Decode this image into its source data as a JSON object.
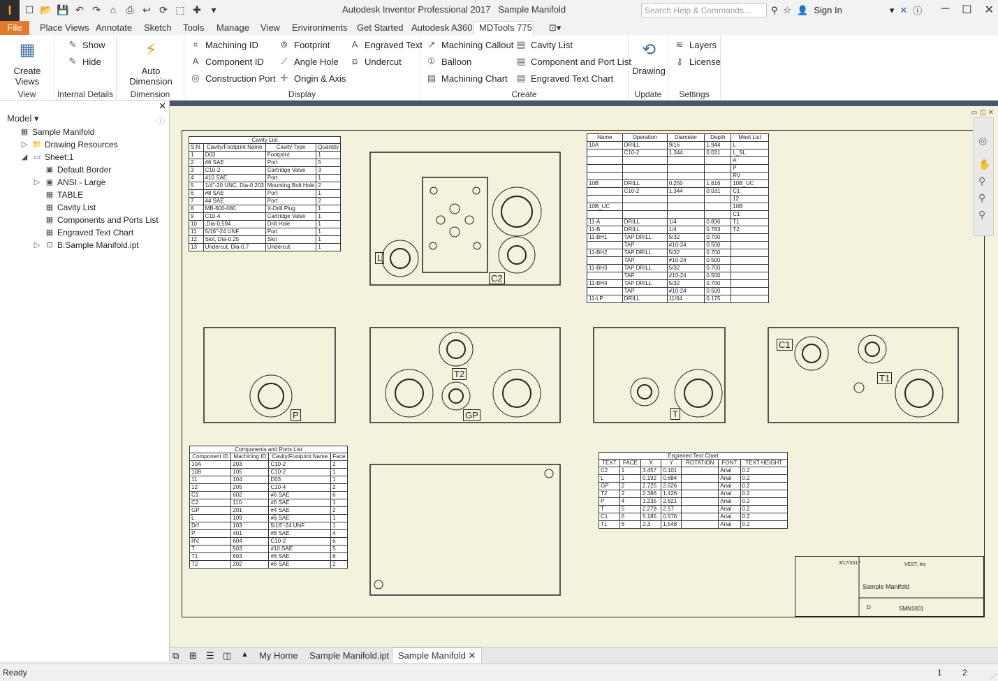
{
  "app": {
    "title": "Autodesk Inventor Professional 2017",
    "document": "Sample Manifold",
    "logo_text": "I",
    "search_placeholder": "Search Help & Commands...",
    "sign_in": "Sign In"
  },
  "menu": {
    "file": "File",
    "items": [
      "Place Views",
      "Annotate",
      "Sketch",
      "Tools",
      "Manage",
      "View",
      "Environments",
      "Get Started",
      "Autodesk A360",
      "MDTools 775"
    ]
  },
  "ribbon": {
    "view": {
      "create_views": "Create Views",
      "label": "View"
    },
    "internal_details": {
      "show": "Show",
      "hide": "Hide",
      "label": "Internal Details"
    },
    "dimension": {
      "auto_dimension": "Auto Dimension",
      "label": "Dimension"
    },
    "display": {
      "label": "Display",
      "col1": [
        "Machining ID",
        "Component ID",
        "Construction Port"
      ],
      "col2": [
        "Footprint",
        "Angle Hole",
        "Origin & Axis"
      ],
      "col3": [
        "Engraved Text",
        "Undercut"
      ]
    },
    "create": {
      "label": "Create",
      "col1": [
        "Machining Callout",
        "Balloon",
        "Machining Chart"
      ],
      "col2": [
        "Cavity List",
        "Component and Port List",
        "Engraved Text Chart"
      ]
    },
    "update": {
      "drawing": "Drawing",
      "label": "Update"
    },
    "settings": {
      "layers": "Layers",
      "license": "License",
      "label": "Settings"
    }
  },
  "browser": {
    "header": "Model",
    "items": [
      {
        "label": "Sample Manifold",
        "level": 0,
        "expander": ""
      },
      {
        "label": "Drawing Resources",
        "level": 1,
        "expander": "▷"
      },
      {
        "label": "Sheet:1",
        "level": 1,
        "expander": "◢"
      },
      {
        "label": "Default Border",
        "level": 2,
        "expander": ""
      },
      {
        "label": "ANSI - Large",
        "level": 2,
        "expander": "▷"
      },
      {
        "label": "TABLE",
        "level": 2,
        "expander": ""
      },
      {
        "label": "Cavity List",
        "level": 2,
        "expander": ""
      },
      {
        "label": "Components and Ports List",
        "level": 2,
        "expander": ""
      },
      {
        "label": "Engraved Text Chart",
        "level": 2,
        "expander": ""
      },
      {
        "label": "B:Sample Manifold.ipt",
        "level": 2,
        "expander": "▷"
      }
    ]
  },
  "doc_tabs": [
    "My Home",
    "Sample Manifold.ipt",
    "Sample Manifold"
  ],
  "status": {
    "text": "Ready",
    "n1": "1",
    "n2": "2"
  },
  "drawing": {
    "cavity_list": {
      "title": "Cavity List",
      "headers": [
        "S.N.",
        "Cavity/Footprint Name",
        "Cavity Type",
        "Quantity"
      ],
      "rows": [
        [
          "1",
          "D03",
          "Footprint",
          "1"
        ],
        [
          "2",
          "#6 SAE",
          "Port",
          "5"
        ],
        [
          "3",
          "C10-2",
          "Cartridge Valve",
          "3"
        ],
        [
          "4",
          "#10 SAE",
          "Port",
          "1"
        ],
        [
          "5",
          "1/4\"-20 UNC, Dia-0.203",
          "Mounting Bolt Hole",
          "2"
        ],
        [
          "6",
          "#8 SAE",
          "Port",
          "1"
        ],
        [
          "7",
          "#4 SAE",
          "Port",
          "2"
        ],
        [
          "8",
          "MB-600-080",
          "X-Drill Plug",
          "1"
        ],
        [
          "9",
          "C10-4",
          "Cartridge Valve",
          "1"
        ],
        [
          "10",
          ",Dia-0.594",
          "Drill Hole",
          "1"
        ],
        [
          "11",
          "5/16\"-24 UNF",
          "Port",
          "1"
        ],
        [
          "12",
          "Slot, Dia-0.25",
          "Slot",
          "1"
        ],
        [
          "13",
          "Undercut, Dia-0.7",
          "Undercut",
          "1"
        ]
      ]
    },
    "machining_chart": {
      "headers": [
        "Name",
        "Operation",
        "Diameter",
        "Depth",
        "Meet List"
      ],
      "rows": [
        [
          "10A",
          "DRILL",
          "9/16",
          "1.944",
          "L"
        ],
        [
          "",
          "C10-2",
          "1.344",
          "0.031",
          "L_SL"
        ],
        [
          "",
          "",
          "",
          "",
          "A"
        ],
        [
          "",
          "",
          "",
          "",
          "P"
        ],
        [
          "",
          "",
          "",
          "",
          "RV"
        ],
        [
          "10B",
          "DRILL",
          "0.250",
          "1.616",
          "10B_UC"
        ],
        [
          "",
          "C10-2",
          "1.344",
          "0.031",
          "C1"
        ],
        [
          "",
          "",
          "",
          "",
          "12"
        ],
        [
          "10B_UC",
          "",
          "",
          "",
          "10B"
        ],
        [
          "",
          "",
          "",
          "",
          "C1"
        ],
        [
          "11-A",
          "DRILL",
          "1/4",
          "0.836",
          "T1"
        ],
        [
          "11-B",
          "DRILL",
          "1/4",
          "0.783",
          "T2"
        ],
        [
          "11-BH1",
          "TAP DRILL",
          "5/32",
          "0.700",
          ""
        ],
        [
          "",
          "TAP",
          "#10-24",
          "0.500",
          ""
        ],
        [
          "11-BH2",
          "TAP DRILL",
          "5/32",
          "0.700",
          ""
        ],
        [
          "",
          "TAP",
          "#10-24",
          "0.500",
          ""
        ],
        [
          "11-BH3",
          "TAP DRILL",
          "5/32",
          "0.700",
          ""
        ],
        [
          "",
          "TAP",
          "#10-24",
          "0.500",
          ""
        ],
        [
          "11-BH4",
          "TAP DRILL",
          "5/32",
          "0.700",
          ""
        ],
        [
          "",
          "TAP",
          "#10-24",
          "0.500",
          ""
        ],
        [
          "11-LP",
          "DRILL",
          "11/64",
          "0.175",
          ""
        ]
      ]
    },
    "components_ports": {
      "title": "Components and Ports List",
      "headers": [
        "Component ID",
        "Machining ID",
        "Cavity/Footprint Name",
        "Face"
      ],
      "rows": [
        [
          "10A",
          "203",
          "C10-2",
          "2"
        ],
        [
          "10B",
          "105",
          "C10-2",
          "1"
        ],
        [
          "11",
          "104",
          "D03",
          "1"
        ],
        [
          "12",
          "205",
          "C10-4",
          "2"
        ],
        [
          "C1",
          "602",
          "#6 SAE",
          "6"
        ],
        [
          "C2",
          "110",
          "#6 SAE",
          "1"
        ],
        [
          "GP",
          "201",
          "#4 SAE",
          "2"
        ],
        [
          "L",
          "109",
          "#6 SAE",
          "1"
        ],
        [
          "Drf",
          "103",
          "5/16\"-24 UNF",
          "1"
        ],
        [
          "P",
          "401",
          "#8 SAE",
          "4"
        ],
        [
          "RV",
          "604",
          "C10-2",
          "6"
        ],
        [
          "T",
          "503",
          "#10 SAE",
          "5"
        ],
        [
          "T1",
          "603",
          "#6 SAE",
          "6"
        ],
        [
          "T2",
          "202",
          "#6 SAE",
          "2"
        ]
      ]
    },
    "engraved_text": {
      "title": "Engraved Text Chart",
      "headers": [
        "TEXT",
        "FACE",
        "X",
        "Y",
        "ROTATION",
        "FONT",
        "TEXT HEIGHT"
      ],
      "rows": [
        [
          "C2",
          "1",
          "3.457",
          "0.101",
          "",
          "Arial",
          "0.2"
        ],
        [
          "L",
          "1",
          "0.192",
          "0.684",
          "",
          "Arial",
          "0.2"
        ],
        [
          "GP",
          "2",
          "2.725",
          "2.626",
          "",
          "Arial",
          "0.2"
        ],
        [
          "T2",
          "2",
          "2.386",
          "1.426",
          "",
          "Arial",
          "0.2"
        ],
        [
          "P",
          "4",
          "1.235",
          "2.621",
          "",
          "Arial",
          "0.2"
        ],
        [
          "T",
          "5",
          "2.278",
          "2.57",
          "",
          "Arial",
          "0.2"
        ],
        [
          "C1",
          "6",
          "5.185",
          "0.576",
          "",
          "Arial",
          "0.2"
        ],
        [
          "T1",
          "6",
          "2.3",
          "1.548",
          "",
          "Arial",
          "0.2"
        ]
      ]
    },
    "labels": {
      "c2": "C2",
      "l": "L",
      "t2": "T2",
      "gp": "GP",
      "p": "P",
      "t": "T",
      "c1": "C1",
      "t1": "T1"
    },
    "title_block": {
      "company": "VEST, Inc",
      "title": "Sample Manifold",
      "size": "D",
      "dwg_no": "SMN1001",
      "date": "3/17/2017"
    }
  }
}
